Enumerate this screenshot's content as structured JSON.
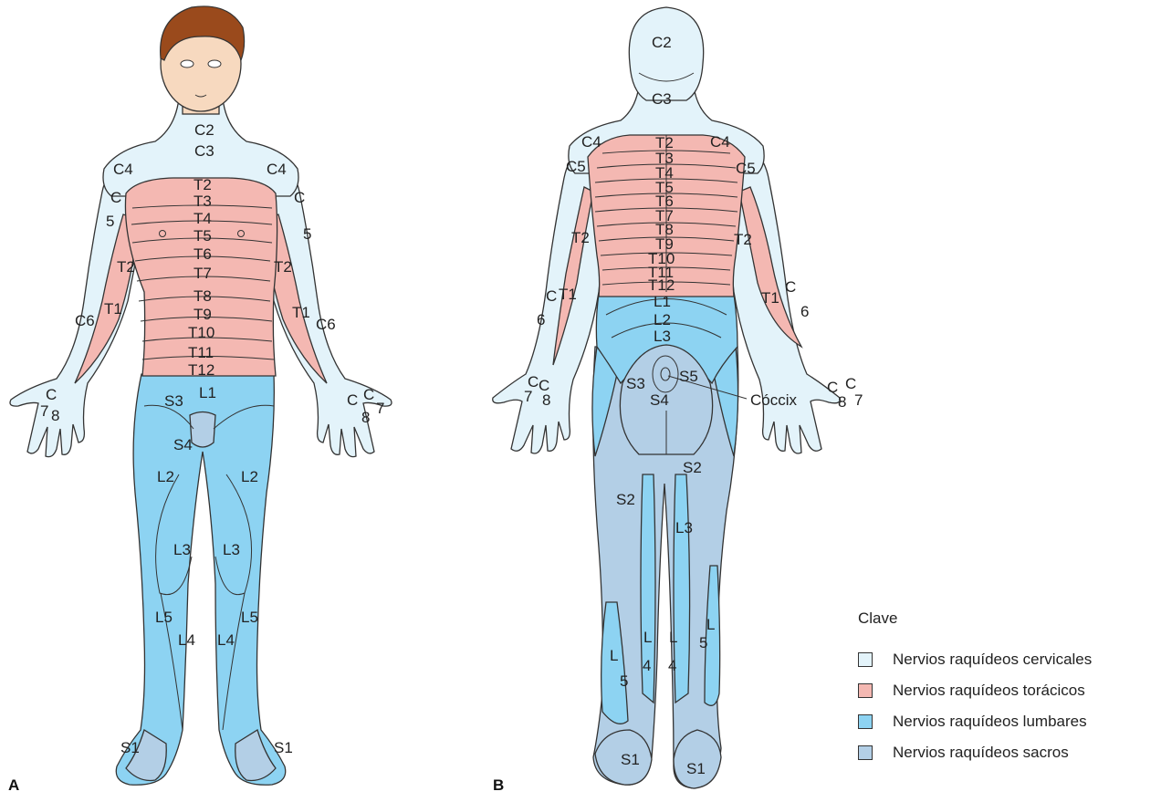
{
  "panels": {
    "anterior": {
      "plate": "A",
      "labels": [
        "C2",
        "C3",
        "C4",
        "C4",
        "C",
        "5",
        "C",
        "5",
        "T2",
        "T3",
        "T4",
        "T5",
        "T6",
        "T7",
        "T8",
        "T9",
        "T10",
        "T11",
        "T12",
        "T2",
        "T2",
        "T1",
        "T1",
        "C6",
        "C6",
        "C",
        "7",
        "8",
        "C",
        "C",
        "7",
        "8",
        "L1",
        "S3",
        "S4",
        "L2",
        "L2",
        "L3",
        "L3",
        "L5",
        "L5",
        "L4",
        "L4",
        "S1",
        "S1"
      ]
    },
    "posterior": {
      "plate": "B",
      "labels": [
        "C2",
        "C3",
        "C4",
        "C4",
        "C5",
        "C5",
        "T2",
        "T3",
        "T4",
        "T5",
        "T6",
        "T7",
        "T8",
        "T9",
        "T10",
        "T11",
        "T12",
        "T2",
        "T2",
        "C",
        "T1",
        "6",
        "T1",
        "C",
        "6",
        "L1",
        "L2",
        "L3",
        "S3",
        "S5",
        "S4",
        "C",
        "C",
        "7",
        "8",
        "C",
        "C",
        "8",
        "7",
        "S2",
        "S2",
        "L3",
        "L",
        "4",
        "L",
        "4",
        "L",
        "5",
        "L",
        "5",
        "S1",
        "S1"
      ],
      "callout": "Cóccix"
    }
  },
  "legend": {
    "title": "Clave",
    "items": [
      {
        "label": "Nervios raquídeos cervicales",
        "color": "#e3f3fa"
      },
      {
        "label": "Nervios raquídeos torácicos",
        "color": "#f4b8b2"
      },
      {
        "label": "Nervios raquídeos lumbares",
        "color": "#8dd3f2"
      },
      {
        "label": "Nervios raquídeos sacros",
        "color": "#b3cfe6"
      }
    ]
  },
  "colors": {
    "cervical": "#e3f3fa",
    "thoracic": "#f4b8b2",
    "lumbar": "#8dd3f2",
    "sacral": "#b3cfe6",
    "hair": "#9a4a1c",
    "skin": "#f7d9bf",
    "outline": "#333333"
  }
}
